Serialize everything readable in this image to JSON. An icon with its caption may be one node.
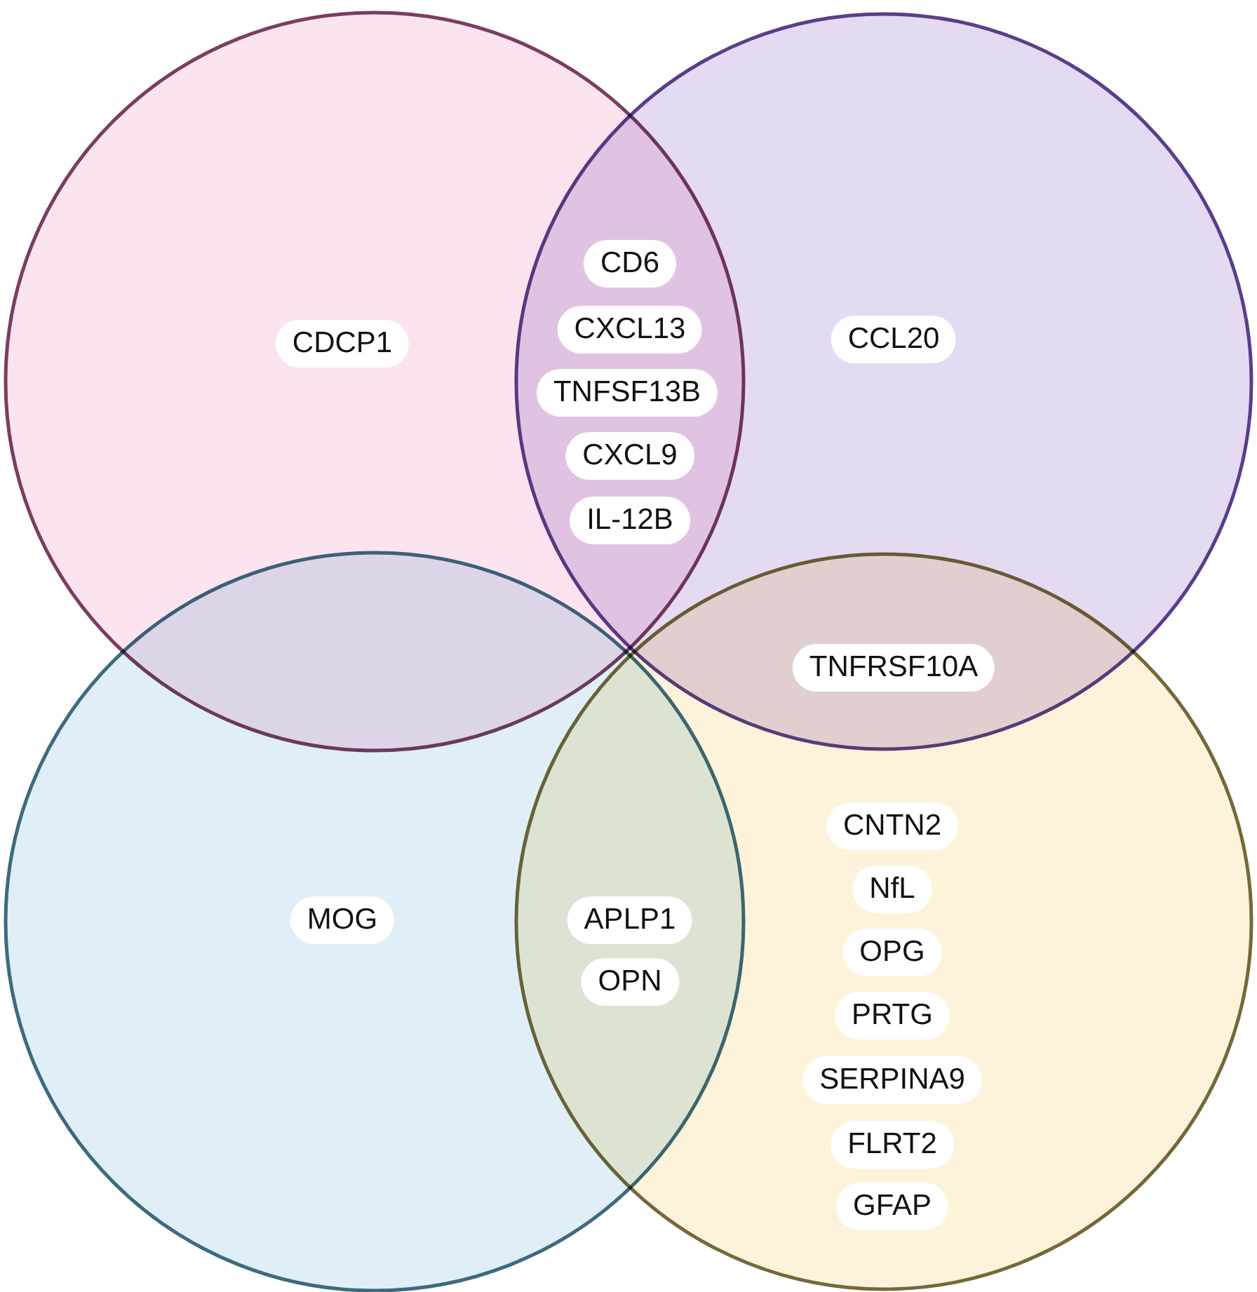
{
  "diagram": {
    "nodes": [
      {
        "text": [],
        "shape": "circle"
      },
      {
        "text": [],
        "shape": "circle"
      },
      {
        "text": [],
        "shape": "circle"
      },
      {
        "text": [],
        "shape": "circle"
      },
      {
        "text": [
          "CDCP1"
        ],
        "in": 0
      },
      {
        "text": [
          "CD6"
        ]
      },
      {
        "text": [
          "CXCL13"
        ]
      },
      {
        "text": [
          "TNFSF13B"
        ]
      },
      {
        "text": [
          "CXCL9"
        ]
      },
      {
        "text": [
          "IL-12B"
        ]
      },
      {
        "text": [
          "CCL20"
        ],
        "in": 1
      },
      {
        "text": [
          "TNFRSF10A"
        ]
      },
      {
        "text": [
          "MOG"
        ],
        "in": 2
      },
      {
        "text": [
          "APLP1"
        ]
      },
      {
        "text": [
          "OPN"
        ]
      },
      {
        "text": [
          "CNTN2"
        ],
        "in": 3
      },
      {
        "text": [
          "NfL"
        ],
        "in": 3
      },
      {
        "text": [
          "OPG"
        ],
        "in": 3
      },
      {
        "text": [
          "PRTG"
        ],
        "in": 3
      },
      {
        "text": [
          "SERPINA9"
        ],
        "in": 3
      },
      {
        "text": [
          "FLRT2"
        ],
        "in": 3
      },
      {
        "text": [
          "GFAP"
        ],
        "in": 3
      }
    ]
  }
}
